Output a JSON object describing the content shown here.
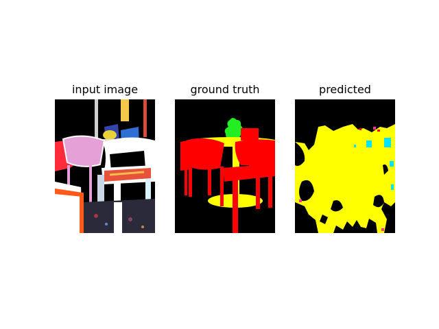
{
  "panels": [
    {
      "title": "input image"
    },
    {
      "title": "ground truth"
    },
    {
      "title": "predicted"
    }
  ],
  "colors": {
    "background": "#000000",
    "chair_class": "#ff0000",
    "table_class": "#ffff00",
    "plant_class": "#00ff00",
    "noise_cyan": "#00e5ff",
    "noise_magenta": "#ff00ff"
  }
}
